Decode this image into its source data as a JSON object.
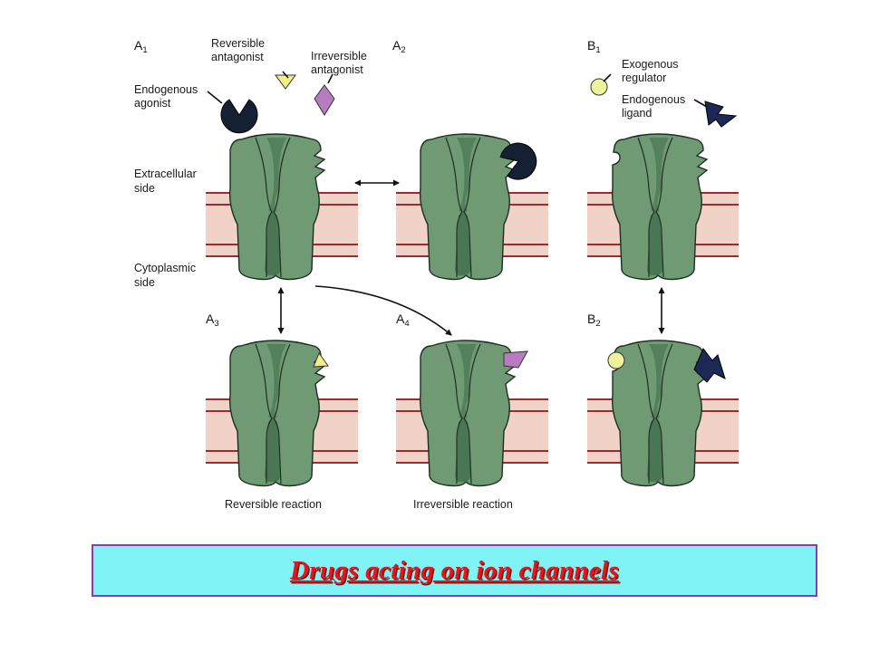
{
  "panels": {
    "a1": {
      "letter": "A",
      "sub": "1"
    },
    "a2": {
      "letter": "A",
      "sub": "2"
    },
    "a3": {
      "letter": "A",
      "sub": "3"
    },
    "a4": {
      "letter": "A",
      "sub": "4"
    },
    "b1": {
      "letter": "B",
      "sub": "1"
    },
    "b2": {
      "letter": "B",
      "sub": "2"
    }
  },
  "labels": {
    "reversible_antagonist": [
      "Reversible",
      "antagonist"
    ],
    "irreversible_antagonist": [
      "Irreversible",
      "antagonist"
    ],
    "endogenous_agonist": [
      "Endogenous",
      "agonist"
    ],
    "extracellular_side": [
      "Extracellular",
      "side"
    ],
    "cytoplasmic_side": [
      "Cytoplasmic",
      "side"
    ],
    "exogenous_regulator": [
      "Exogenous",
      "regulator"
    ],
    "endogenous_ligand": [
      "Endogenous",
      "ligand"
    ]
  },
  "captions": {
    "reversible_reaction": "Reversible reaction",
    "irreversible_reaction": "Irreversible reaction"
  },
  "title": "Drugs acting on ion channels",
  "colors": {
    "membrane_fill": "#f1d2c6",
    "membrane_line": "#9b2b30",
    "channel": "#6f9a74",
    "channel_pore": "#3e6b48",
    "endogenous_agonist": "#152033",
    "reversible_antagonist": "#f4ef86",
    "irreversible_antagonist": "#b77cc0",
    "exogenous_regulator": "#eef29a",
    "endogenous_ligand": "#1b2a55",
    "title_bg": "#7ff3f5",
    "title_border": "#8a3ab8",
    "title_text": "#e8141a"
  }
}
